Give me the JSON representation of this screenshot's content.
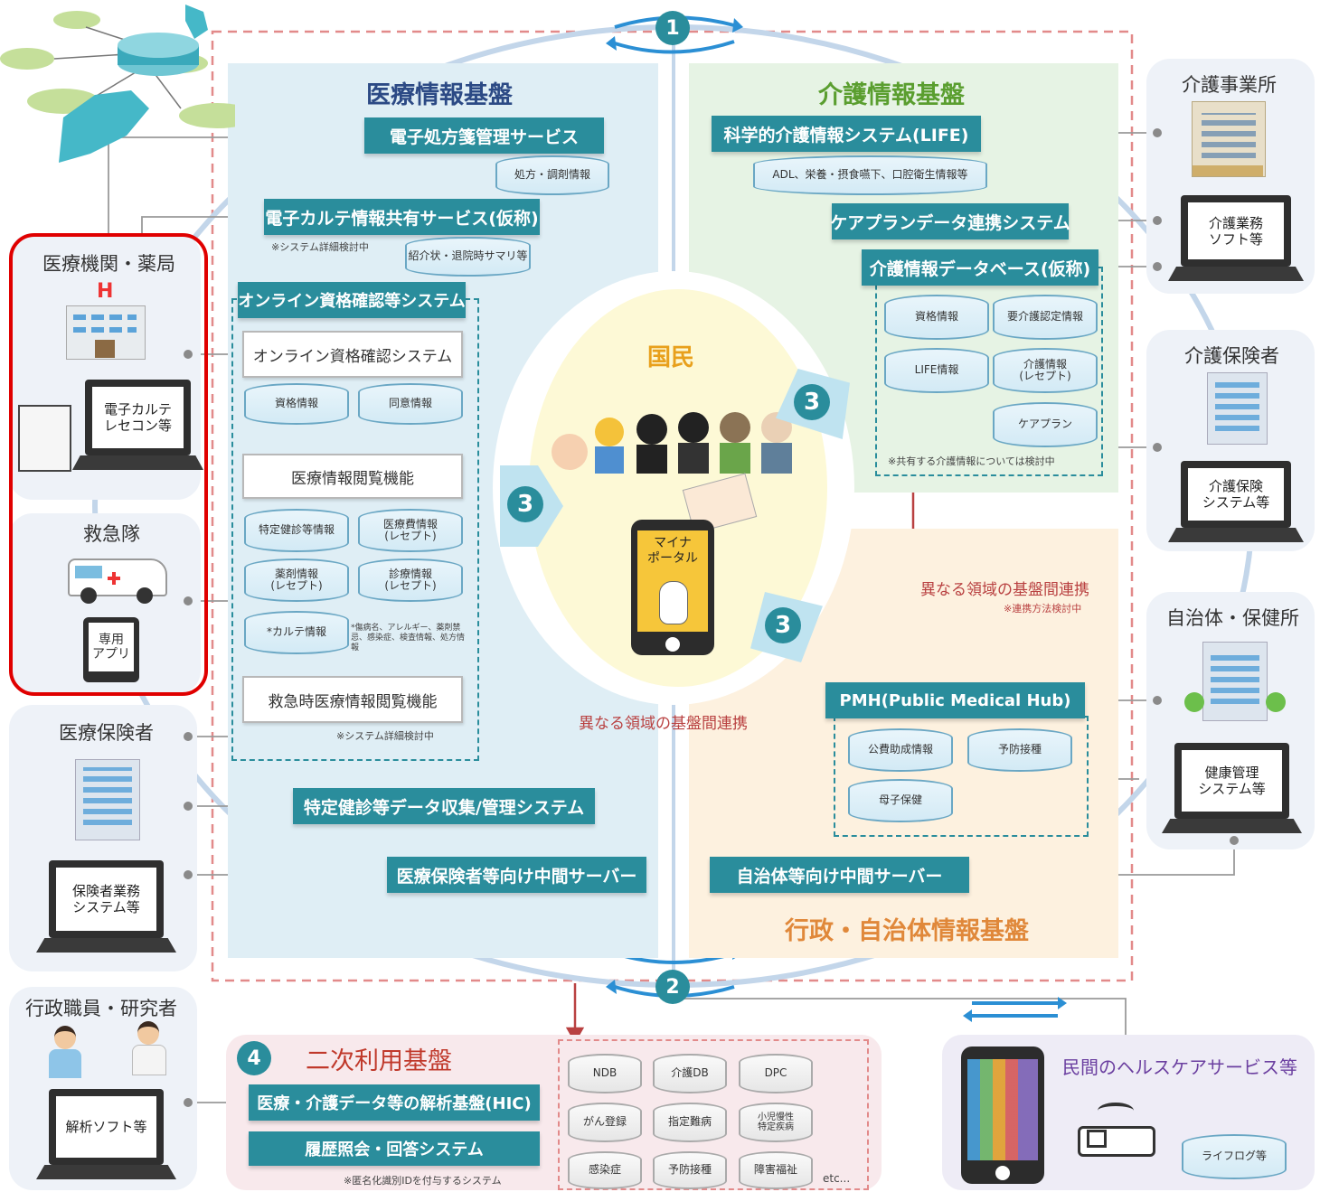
{
  "colors": {
    "teal": "#2a8d9c",
    "red_highlight": "#e00000",
    "link_red": "#c0392b",
    "medical_bg": "#dfeef5",
    "care_bg": "#e6f3e4",
    "admin_bg": "#fdf1df",
    "center_bg": "#fdf9d6"
  },
  "sections": {
    "medical_title": "医療情報基盤",
    "care_title": "介護情報基盤",
    "admin_title": "行政・自治体情報基盤",
    "kokumin": "国民",
    "secondary_title": "二次利用基盤",
    "private_title": "民間のヘルスケアサービス等"
  },
  "medical": {
    "eprescription": "電子処方箋管理サービス",
    "eprescription_db": "処方・調剤情報",
    "ekarte": "電子カルテ情報共有サービス(仮称)",
    "ekarte_note": "※システム詳細検討中",
    "ekarte_db": "紹介状・退院時サマリ等",
    "online_system": "オンライン資格確認等システム",
    "online_check": "オンライン資格確認システム",
    "online_dbs": [
      "資格情報",
      "同意情報"
    ],
    "browse": "医療情報閲覧機能",
    "browse_dbs": [
      "特定健診等情報",
      "医療費情報\n(レセプト)",
      "薬剤情報\n(レセプト)",
      "診療情報\n(レセプト)",
      "*カルテ情報"
    ],
    "browse_note": "*傷病名、アレルギー、薬剤禁忌、感染症、検査情報、処方情報",
    "emergency": "救急時医療情報閲覧機能",
    "emergency_note": "※システム詳細検討中",
    "checkup_system": "特定健診等データ収集/管理システム",
    "insurer_server": "医療保険者等向け中間サーバー"
  },
  "care": {
    "life": "科学的介護情報システム(LIFE)",
    "life_db": "ADL、栄養・摂食嚥下、口腔衛生情報等",
    "careplan": "ケアプランデータ連携システム",
    "caredb": "介護情報データベース(仮称)",
    "caredb_items": [
      "資格情報",
      "要介護認定情報",
      "LIFE情報",
      "介護情報\n(レセプト)",
      "ケアプラン"
    ],
    "caredb_note": "※共有する介護情報については検討中"
  },
  "admin": {
    "pmh": "PMH(Public Medical Hub)",
    "pmh_items": [
      "公費助成情報",
      "予防接種",
      "母子保健"
    ],
    "municipal_server": "自治体等向け中間サーバー"
  },
  "links": {
    "cross_domain_1": "異なる領域の基盤間連携",
    "cross_domain_2": "異なる領域の基盤間連携",
    "cross_note": "※連携方法検討中"
  },
  "center": {
    "myna_portal": "マイナ\nポータル"
  },
  "numbers": [
    "1",
    "2",
    "3",
    "3",
    "3",
    "4"
  ],
  "left": {
    "hospital_title": "医療機関・薬局",
    "hospital_laptop": "電子カルテ\nレセコン等",
    "ambulance_title": "救急隊",
    "ambulance_app": "専用\nアプリ",
    "insurer_title": "医療保険者",
    "insurer_laptop": "保険者業務\nシステム等",
    "researcher_title": "行政職員・研究者",
    "researcher_laptop": "解析ソフト等"
  },
  "right": {
    "care_office_title": "介護事業所",
    "care_office_laptop": "介護業務\nソフト等",
    "care_insurer_title": "介護保険者",
    "care_insurer_laptop": "介護保険\nシステム等",
    "municipality_title": "自治体・保健所",
    "municipality_laptop": "健康管理\nシステム等"
  },
  "secondary": {
    "hic": "医療・介護データ等の解析基盤(HIC)",
    "history": "履歴照会・回答システム",
    "note": "※匿名化識別IDを付与するシステム",
    "dbs": [
      "NDB",
      "介護DB",
      "DPC",
      "がん登録",
      "指定難病",
      "小児慢性\n特定疾病",
      "感染症",
      "予防接種",
      "障害福祉"
    ],
    "etc": "etc..."
  },
  "private": {
    "lifelog": "ライフログ等"
  }
}
